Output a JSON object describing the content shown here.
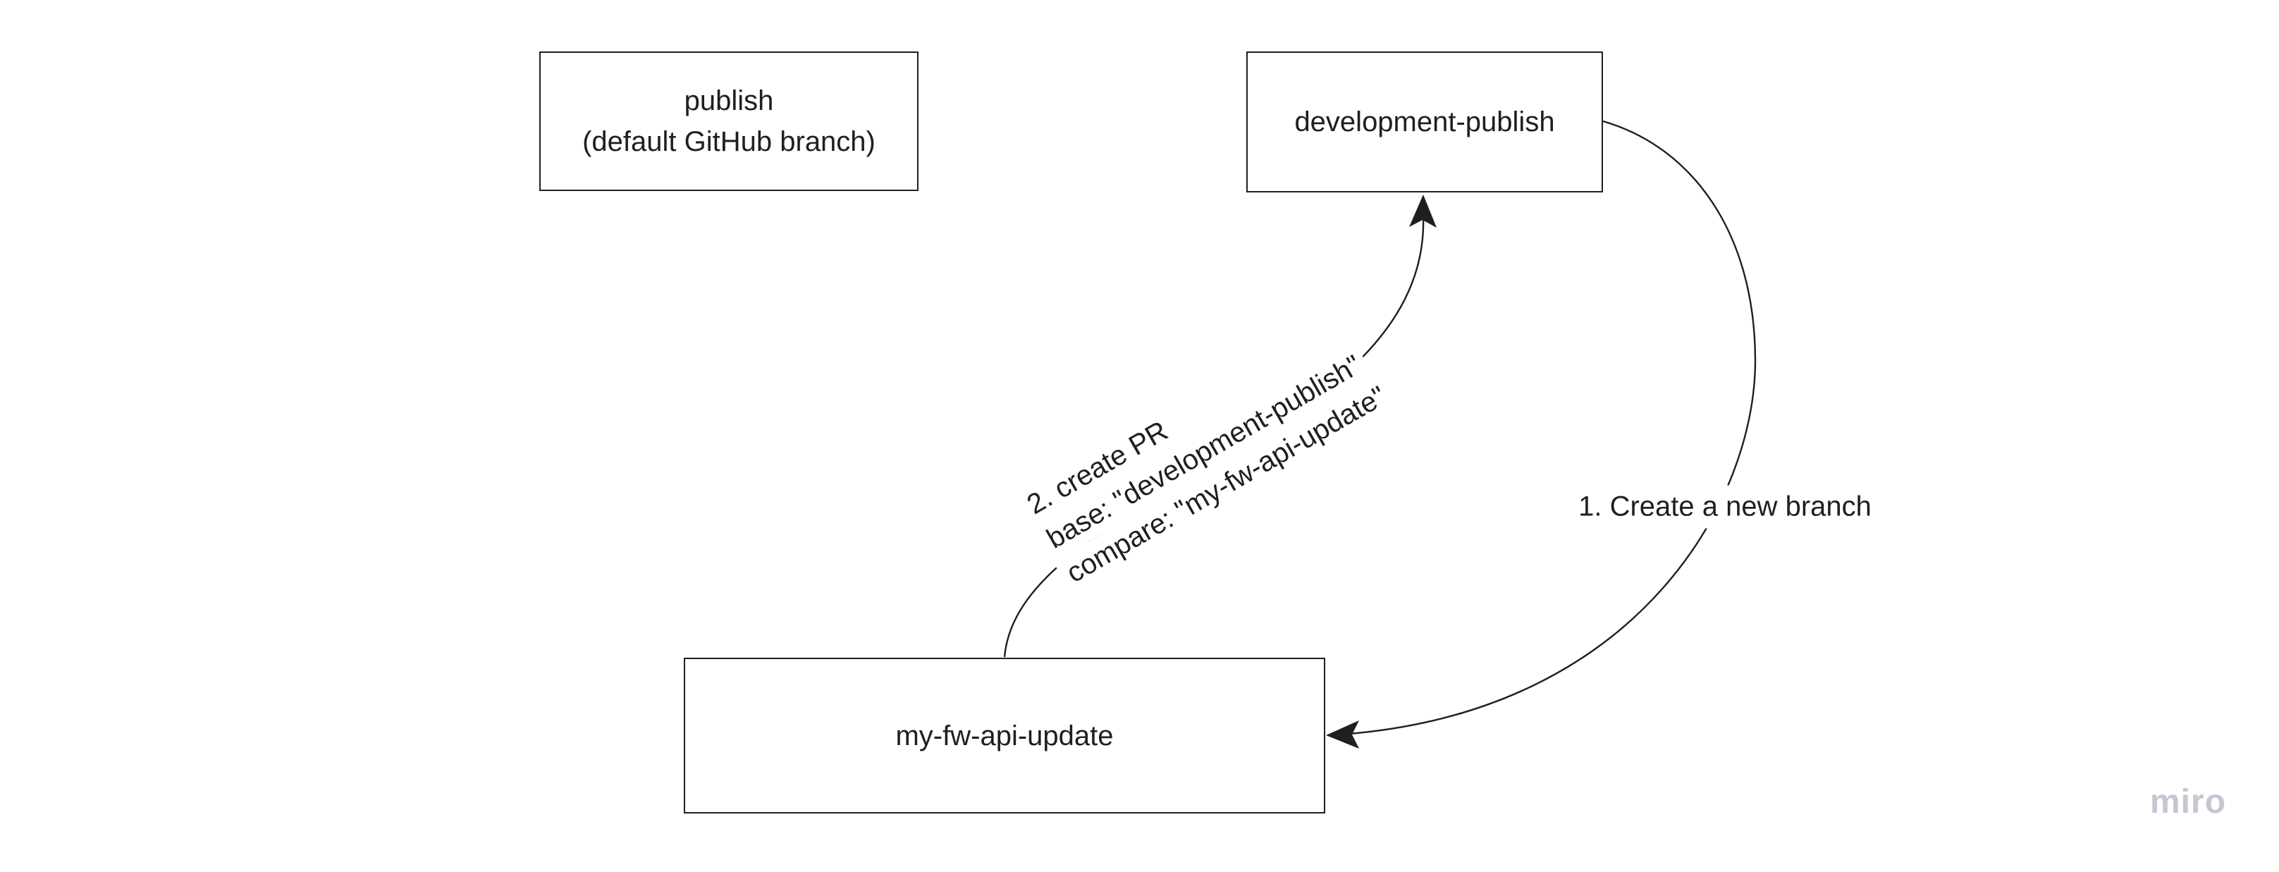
{
  "canvas": {
    "background": "#ffffff",
    "stroke_color": "#1f1f1f",
    "text_color": "#1f1f1f"
  },
  "nodes": [
    {
      "id": "publish",
      "lines": [
        "publish",
        "(default GitHub branch)"
      ]
    },
    {
      "id": "development-publish",
      "label": "development-publish"
    },
    {
      "id": "my-fw-api-update",
      "label": "my-fw-api-update"
    }
  ],
  "connectors": [
    {
      "id": "create-branch",
      "from": "development-publish",
      "to": "my-fw-api-update",
      "label": "1. Create a new branch"
    },
    {
      "id": "create-pr",
      "from": "my-fw-api-update",
      "to": "development-publish",
      "label_lines": [
        "2. create PR",
        "base: \"development-publish\"",
        "compare: \"my-fw-api-update\""
      ]
    }
  ],
  "watermark": {
    "text": "miro",
    "color": "#c6c5d2"
  }
}
